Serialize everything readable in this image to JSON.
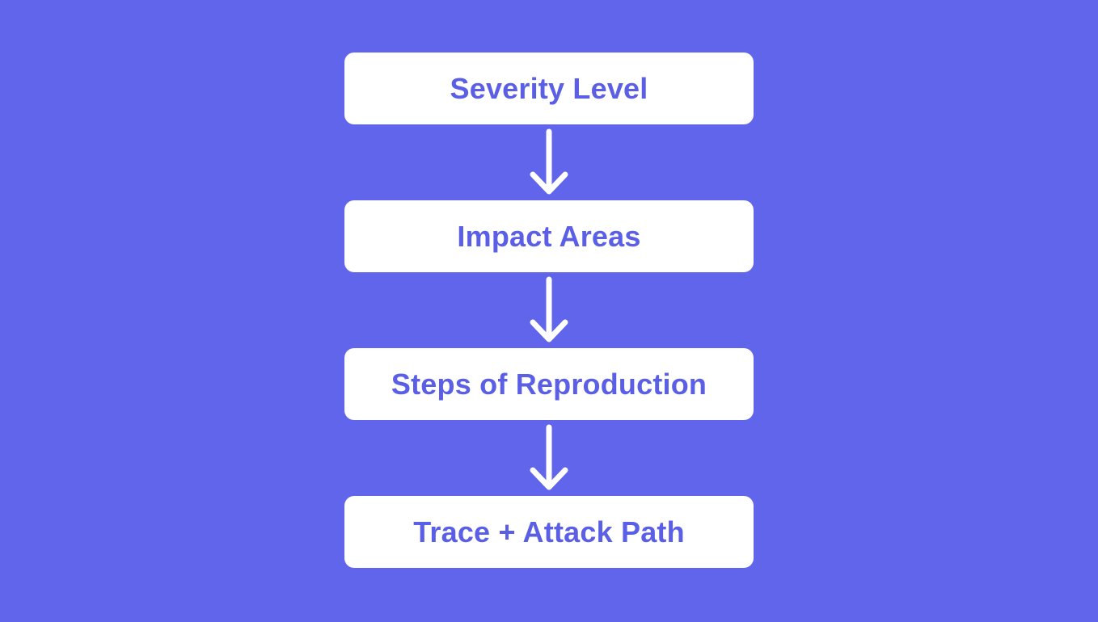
{
  "theme": {
    "background": "#6165EC",
    "node_background": "#FFFFFF",
    "node_text": "#5B5FE6",
    "arrow": "#FFFFFF"
  },
  "flow": {
    "nodes": [
      {
        "label": "Severity Level"
      },
      {
        "label": "Impact Areas"
      },
      {
        "label": "Steps of Reproduction"
      },
      {
        "label": "Trace + Attack Path"
      }
    ]
  }
}
